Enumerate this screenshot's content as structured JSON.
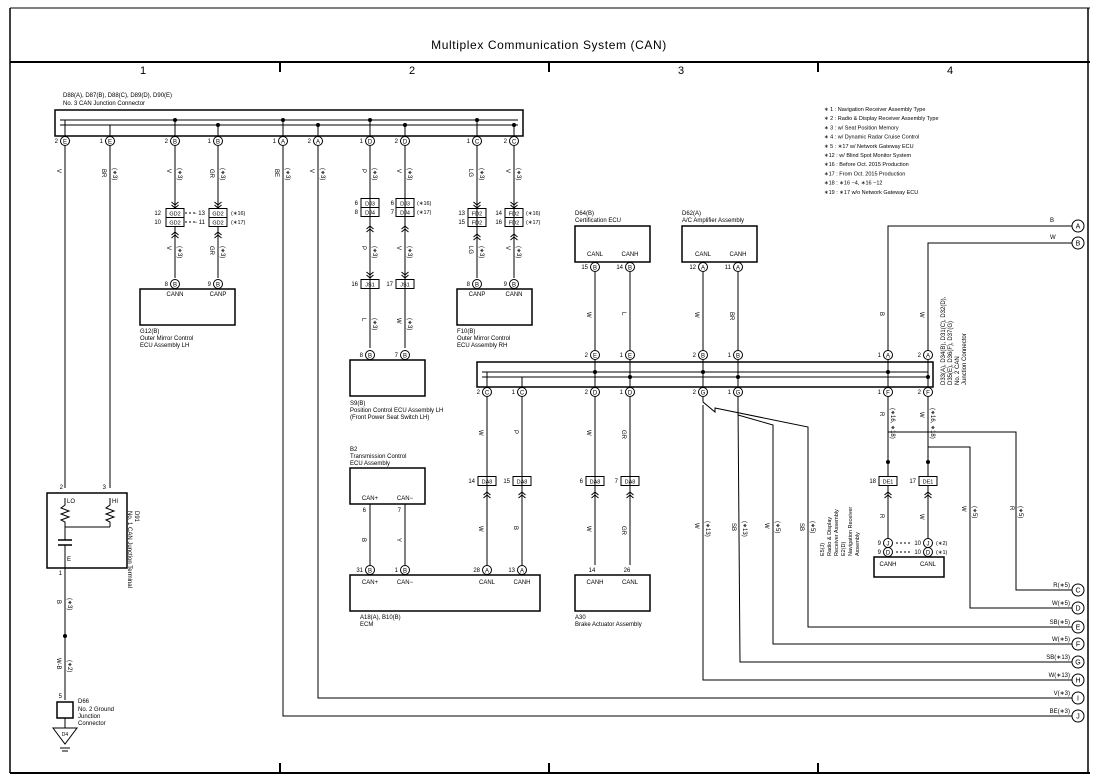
{
  "title": "Multiplex Communication System (CAN)",
  "zones": [
    "1",
    "2",
    "3",
    "4"
  ],
  "legend": [
    "∗ 1 : Navigation Receiver Assembly Type",
    "∗ 2 : Radio & Display Receiver Assembly Type",
    "∗ 3 : w/ Seat Position Memory",
    "∗ 4 : w/ Dynamic Radar Cruise Control",
    "∗ 5 : ∗17 w/ Network Gateway ECU",
    "∗12 : w/ Blind Spot Monitor System",
    "∗16 : Before Oct.  2015 Production",
    "∗17 : From Oct.  2015 Production",
    "∗18 : ∗16 −4,  ∗16 −12",
    "∗19 : ∗17 w/o Network Gateway ECU"
  ],
  "j3": {
    "name": "D88(A), D87(B), D88(C), D89(D), D90(E)",
    "desc": "No. 3 CAN Junction Connector",
    "pins": [
      {
        "num": "2",
        "pin": "E",
        "wire": "V",
        "note": ""
      },
      {
        "num": "1",
        "pin": "E",
        "wire": "BR",
        "note": "(∗3)"
      },
      {
        "num": "2",
        "pin": "B",
        "wire": "V",
        "note": "(∗3)"
      },
      {
        "num": "1",
        "pin": "B",
        "wire": "GR",
        "note": "(∗3)"
      },
      {
        "num": "1",
        "pin": "A",
        "wire": "BE",
        "note": "(∗3)"
      },
      {
        "num": "2",
        "pin": "A",
        "wire": "V",
        "note": "(∗3)"
      },
      {
        "num": "1",
        "pin": "D",
        "wire": "P",
        "note": "(∗3)"
      },
      {
        "num": "2",
        "pin": "D",
        "wire": "V",
        "note": "(∗3)"
      },
      {
        "num": "1",
        "pin": "C",
        "wire": "LG",
        "note": "(∗3)"
      },
      {
        "num": "2",
        "pin": "C",
        "wire": "V",
        "note": "(∗3)"
      }
    ]
  },
  "gd2": {
    "rows": [
      [
        "12",
        "GD2",
        "13",
        "GD2",
        "(∗16)"
      ],
      [
        "10",
        "GD2",
        "11",
        "GD2",
        "(∗17)"
      ]
    ],
    "wires": [
      "V",
      "GR"
    ],
    "notes": [
      "(∗3)",
      "(∗3)"
    ]
  },
  "g12": {
    "pins": [
      "8",
      "B",
      "9",
      "B"
    ],
    "labels": [
      "CANN",
      "CANP"
    ],
    "name": "G12(B)",
    "desc1": "Outer Mirror Control",
    "desc2": "ECU Assembly LH"
  },
  "dj": {
    "rows": [
      [
        "6",
        "DJ3",
        "6",
        "DJ3",
        "(∗16)"
      ],
      [
        "8",
        "DJ4",
        "7",
        "DJ4",
        "(∗17)"
      ]
    ],
    "wires": [
      "P",
      "V"
    ],
    "notes": [
      "(∗3)",
      "(∗3)"
    ]
  },
  "js1": {
    "pins": [
      "16",
      "JS1",
      "17",
      "JS1"
    ],
    "wires": [
      "L",
      "W"
    ],
    "notes": [
      "(∗3)",
      "(∗3)"
    ]
  },
  "s9": {
    "pins": [
      "8",
      "B",
      "7",
      "B"
    ],
    "name": "S9(B)",
    "desc1": "Position Control ECU Assembly LH",
    "desc2": "(Front Power Seat Switch LH)"
  },
  "fd2": {
    "rows": [
      [
        "13",
        "FD2",
        "14",
        "FD2",
        "(∗16)"
      ],
      [
        "15",
        "FD2",
        "16",
        "FD2",
        "(∗17)"
      ]
    ],
    "wires": [
      "LG",
      "V"
    ],
    "notes": [
      "(∗3)",
      "(∗3)"
    ]
  },
  "f10": {
    "pins": [
      "8",
      "B",
      "9",
      "B"
    ],
    "labels": [
      "CANP",
      "CANN"
    ],
    "name": "F10(B)",
    "desc1": "Outer Mirror Control",
    "desc2": "ECU Assembly RH"
  },
  "d64": {
    "name": "D64(B)",
    "desc": "Certification ECU",
    "labels": [
      "CANL",
      "CANH"
    ],
    "pins": [
      "15",
      "B",
      "14",
      "B"
    ],
    "wires": [
      "W",
      "L"
    ]
  },
  "d62": {
    "name": "D62(A)",
    "desc": "A/C Amplifier Assembly",
    "labels": [
      "CANL",
      "CANH"
    ],
    "pins": [
      "12",
      "A",
      "11",
      "A"
    ],
    "wires": [
      "W",
      "BR"
    ]
  },
  "j2": {
    "name": "D33(A), D34(B), D31(C), D32(D),",
    "name2": "D35(E), D36(F), D37(G)",
    "desc": "No. 2 CAN",
    "desc2": "Junction Connector",
    "top": [
      [
        "2",
        "E"
      ],
      [
        "1",
        "E"
      ],
      [
        "2",
        "B"
      ],
      [
        "1",
        "B"
      ],
      [
        "1",
        "A"
      ],
      [
        "2",
        "A"
      ]
    ],
    "bottom": [
      [
        "2",
        "C"
      ],
      [
        "1",
        "C"
      ],
      [
        "2",
        "D"
      ],
      [
        "1",
        "D"
      ],
      [
        "2",
        "G"
      ],
      [
        "1",
        "G"
      ],
      [
        "1",
        "F"
      ],
      [
        "2",
        "F"
      ]
    ],
    "top_wires": [
      "B",
      "W"
    ]
  },
  "d91": {
    "pins": [
      "2",
      "3",
      "1"
    ],
    "labels": [
      "LO",
      "HI",
      "E"
    ],
    "wires": [
      "V",
      "BR"
    ],
    "name": "D91",
    "desc": "No. 1 CAN Junction Terminal"
  },
  "ground_wires": [
    {
      "wire": "B",
      "note": "(∗3)"
    },
    {
      "wire": "W-B",
      "note": "(∗2)"
    }
  ],
  "d66": {
    "pin": "5",
    "name": "D66",
    "desc1": "No. 2 Ground",
    "desc2": "Junction",
    "desc3": "Connector",
    "ground": "D4"
  },
  "b2": {
    "name": "B2",
    "desc1": "Transmission Control",
    "desc2": "ECU Assembly",
    "labels": [
      "CAN+",
      "CAN−"
    ],
    "pins": [
      "6",
      "7"
    ],
    "wires": [
      "B",
      "Y"
    ]
  },
  "da8": {
    "pins": [
      [
        "14",
        "DA8"
      ],
      [
        "15",
        "DA8"
      ],
      [
        "6",
        "DA8"
      ],
      [
        "7",
        "DA8"
      ]
    ],
    "wires_top": [
      "W",
      "P",
      "W",
      "GR"
    ],
    "wires_bottom": [
      "W",
      "B",
      "W",
      "GR"
    ]
  },
  "a18": {
    "labels": [
      "CAN+",
      "CAN−",
      "CANL",
      "CANH"
    ],
    "pins": [
      [
        "31",
        "B"
      ],
      [
        "1",
        "B"
      ],
      [
        "28",
        "A"
      ],
      [
        "13",
        "A"
      ]
    ],
    "name": "A18(A), B10(B)",
    "desc": "ECM"
  },
  "a30": {
    "labels": [
      "CANH",
      "CANL"
    ],
    "pins": [
      "14",
      "26"
    ],
    "name": "A30",
    "desc": "Brake Actuator Assembly"
  },
  "de1": {
    "pins": [
      [
        "18",
        "DE1"
      ],
      [
        "17",
        "DE1"
      ]
    ],
    "wires": [
      [
        "R",
        "(∗16, ∗18)"
      ],
      [
        "W",
        "(∗16, ∗18)"
      ]
    ],
    "wires_bottom": [
      "R",
      "W"
    ]
  },
  "e5": {
    "rows": [
      [
        "9",
        "J",
        "10",
        "J",
        "(∗2)"
      ],
      [
        "9",
        "D",
        "10",
        "D",
        "(∗1)"
      ]
    ],
    "labels": [
      "CANH",
      "CANL"
    ],
    "name": "E5(J)",
    "desc1": "Radio & Display",
    "desc2": "Receiver Assembly",
    "desc3": "E2(D)",
    "desc4": "Navigation Receiver",
    "desc5": "Assembly"
  },
  "vertical_wires": [
    {
      "wire": "W",
      "note": "(∗13)"
    },
    {
      "wire": "SB",
      "note": "(∗13)"
    },
    {
      "wire": "W",
      "note": "(∗5)"
    },
    {
      "wire": "SB",
      "note": "(∗5)"
    },
    {
      "wire": "W",
      "note": "(∗5)"
    },
    {
      "wire": "R",
      "note": "(∗5)"
    }
  ],
  "offpage": [
    {
      "id": "A",
      "label": "B"
    },
    {
      "id": "B",
      "label": "W"
    },
    {
      "id": "C",
      "label": "R(∗5)"
    },
    {
      "id": "D",
      "label": "W(∗5)"
    },
    {
      "id": "E",
      "label": "SB(∗5)"
    },
    {
      "id": "F",
      "label": "W(∗5)"
    },
    {
      "id": "G",
      "label": "SB(∗13)"
    },
    {
      "id": "H",
      "label": "W(∗13)"
    },
    {
      "id": "I",
      "label": "V(∗3)"
    },
    {
      "id": "J",
      "label": "BE(∗3)"
    }
  ]
}
